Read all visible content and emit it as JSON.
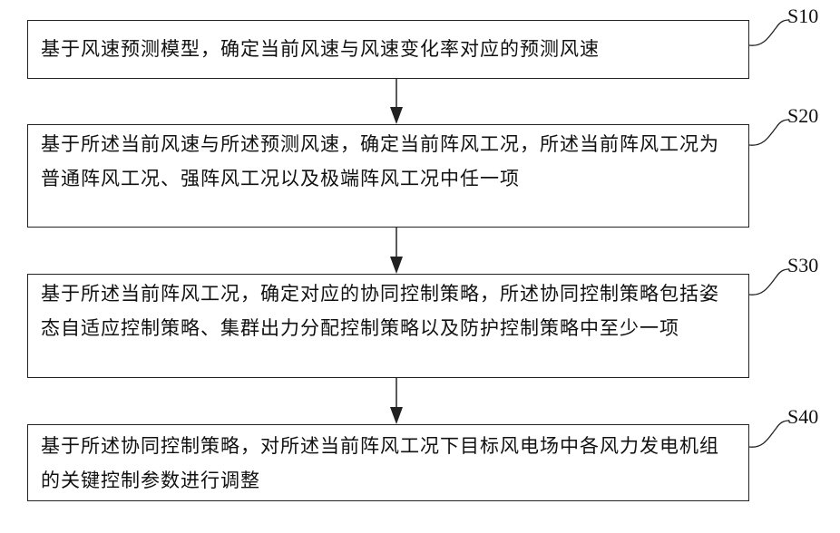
{
  "steps": [
    {
      "label": "S10",
      "text": "基于风速预测模型，确定当前风速与风速变化率对应的预测风速"
    },
    {
      "label": "S20",
      "text": "基于所述当前风速与所述预测风速，确定当前阵风工况，所述当前阵风工况为普通阵风工况、强阵风工况以及极端阵风工况中任一项"
    },
    {
      "label": "S30",
      "text": "基于所述当前阵风工况，确定对应的协同控制策略，所述协同控制策略包括姿态自适应控制策略、集群出力分配控制策略以及防护控制策略中至少一项"
    },
    {
      "label": "S40",
      "text": "基于所述协同控制策略，对所述当前阵风工况下目标风电场中各风力发电机组的关键控制参数进行调整"
    }
  ],
  "colors": {
    "line": "#222222",
    "text": "#111111",
    "background": "#ffffff"
  }
}
